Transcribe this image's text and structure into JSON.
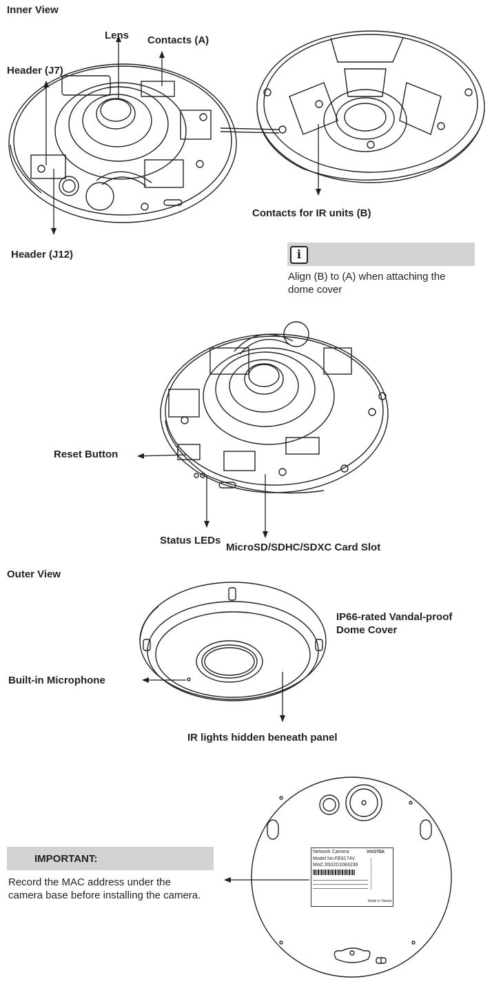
{
  "sections": {
    "inner_view": "Inner View",
    "outer_view": "Outer View"
  },
  "labels": {
    "lens": "Lens",
    "contacts_a": "Contacts (A)",
    "header_j7": "Header (J7)",
    "header_j12": "Header (J12)",
    "contacts_ir_b": "Contacts for IR units (B)",
    "reset_button": "Reset Button",
    "status_leds": "Status LEDs",
    "card_slot": "MicroSD/SDHC/SDXC Card Slot",
    "dome_cover_line1": "IP66-rated Vandal-proof",
    "dome_cover_line2": "Dome Cover",
    "microphone": "Built-in Microphone",
    "ir_lights": "IR lights hidden beneath panel"
  },
  "info_note": {
    "icon": "info-icon",
    "line1": "Align (B) to (A) when attaching the",
    "line2": "dome cover"
  },
  "important_note": {
    "icon": "warning-icon",
    "title": "IMPORTANT:",
    "line1": "Record the MAC address under the",
    "line2": "camera base before installing the camera."
  },
  "product_label": {
    "title": "Network Camera",
    "brand": "VIVOTEK",
    "model": "Model No:FE8174V",
    "mac": "MAC:0002D1083236",
    "made_in": "Made in Taiwan"
  },
  "colors": {
    "ink": "#231f20",
    "note_bar": "#d2d3d5"
  }
}
